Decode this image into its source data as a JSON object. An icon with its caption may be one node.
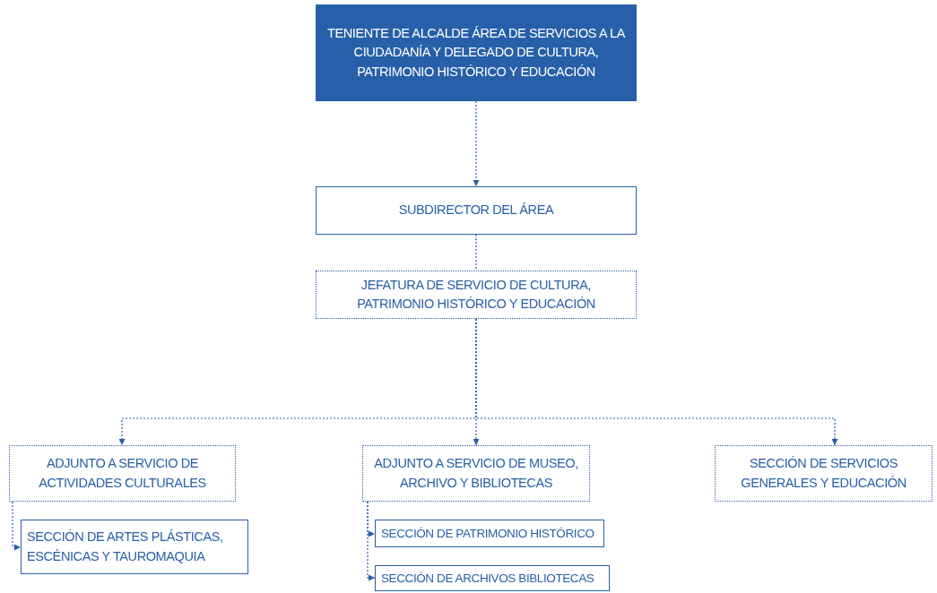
{
  "diagram": {
    "nodes": [
      {
        "text": [
          "TENIENTE DE ALCALDE ÁREA DE SERVICIOS A LA CIUDADANÍA Y DELEGADO DE CULTURA, PATRIMONIO HISTÓRICO Y EDUCACIÓN"
        ]
      },
      {
        "text": [
          "SUBDIRECTOR DEL ÁREA"
        ]
      },
      {
        "text": [
          "JEFATURA DE SERVICIO DE CULTURA, PATRIMONIO HISTÓRICO Y EDUCACIÓN"
        ]
      },
      {
        "text": [
          "ADJUNTO A SERVICIO DE ACTIVIDADES CULTURALES"
        ]
      },
      {
        "text": [
          "ADJUNTO A SERVICIO DE MUSEO, ARCHIVO Y BIBLIOTECAS"
        ]
      },
      {
        "text": [
          "SECCIÓN DE SERVICIOS GENERALES Y EDUCACIÓN"
        ]
      },
      {
        "text": [
          "SECCIÓN DE ARTES PLÁSTICAS, ESCÉNICAS Y TAUROMAQUIA"
        ]
      },
      {
        "text": [
          "SECCIÓN DE PATRIMONIO HISTÓRICO"
        ]
      },
      {
        "text": [
          "SECCIÓN DE ARCHIVOS BIBLIOTECAS"
        ]
      }
    ],
    "edges": [
      {
        "from": 0,
        "to": 1,
        "arrow": "to",
        "style": "dashed"
      },
      {
        "from": 1,
        "to": 2,
        "arrow": "none",
        "style": "dashed"
      },
      {
        "from": 2,
        "to": 3,
        "arrow": "to",
        "style": "dashed"
      },
      {
        "from": 2,
        "to": 4,
        "arrow": "to",
        "style": "dashed"
      },
      {
        "from": 2,
        "to": 5,
        "arrow": "to",
        "style": "dashed"
      },
      {
        "from": 3,
        "to": 6,
        "arrow": "to",
        "style": "dashed"
      },
      {
        "from": 4,
        "to": 7,
        "arrow": "to",
        "style": "dashed"
      },
      {
        "from": 4,
        "to": 8,
        "arrow": "to",
        "style": "dashed"
      }
    ]
  }
}
